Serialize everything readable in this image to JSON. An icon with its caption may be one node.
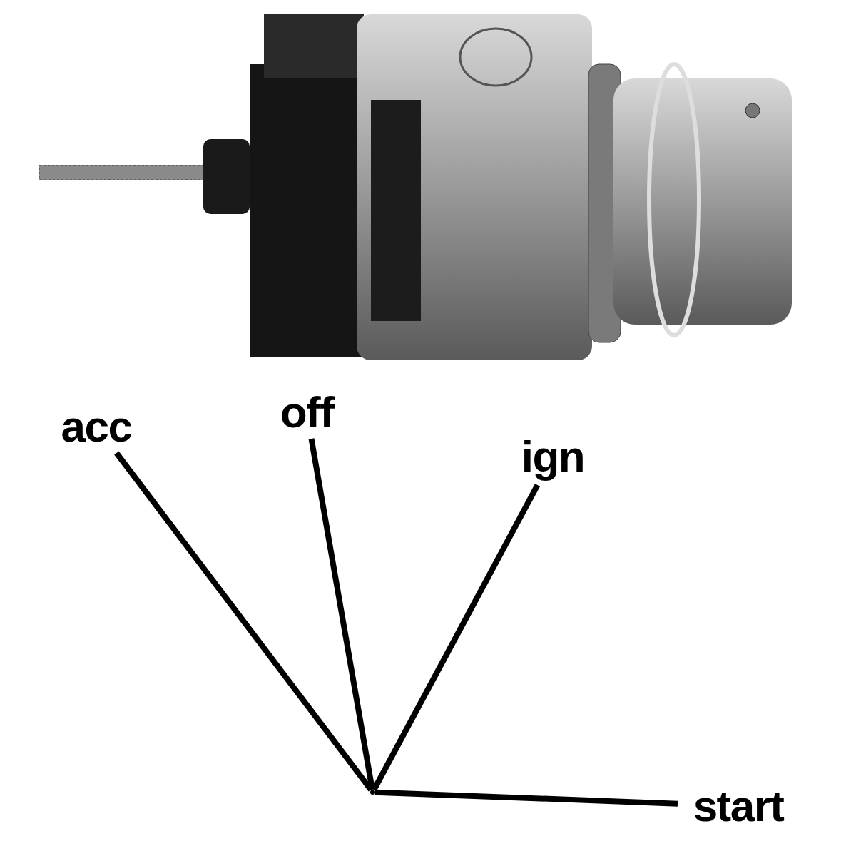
{
  "diagram": {
    "nodes": [
      {
        "text": [
          "acc"
        ]
      },
      {
        "text": [
          "off"
        ]
      },
      {
        "text": [
          "ign"
        ]
      },
      {
        "text": [
          "start"
        ]
      },
      {
        "text": [],
        "shape": "dot"
      }
    ],
    "edges": [
      {
        "from": 0,
        "to": 4,
        "arrow": "none"
      },
      {
        "from": 1,
        "to": 4,
        "arrow": "none"
      },
      {
        "from": 2,
        "to": 4,
        "arrow": "none"
      },
      {
        "from": 3,
        "to": 4,
        "arrow": "none"
      }
    ]
  }
}
